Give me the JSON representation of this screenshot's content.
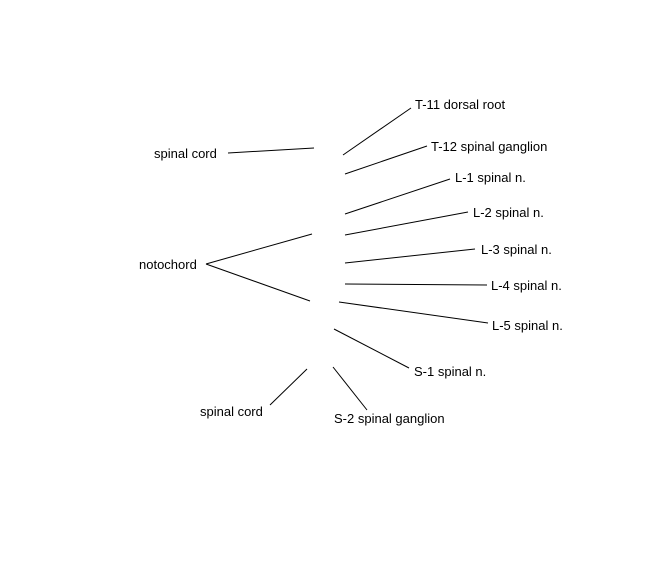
{
  "diagram": {
    "line_color": "#000000",
    "text_color": "#000000",
    "labels": {
      "t11_dorsal_root": "T-11 dorsal root",
      "t12_spinal_ganglion": "T-12 spinal ganglion",
      "l1_spinal_n": "L-1 spinal n.",
      "l2_spinal_n": "L-2 spinal n.",
      "l3_spinal_n": "L-3 spinal n.",
      "l4_spinal_n": "L-4 spinal n.",
      "l5_spinal_n": "L-5 spinal n.",
      "s1_spinal_n": "S-1 spinal n.",
      "s2_spinal_ganglion": "S-2 spinal ganglion",
      "spinal_cord_upper": "spinal cord",
      "spinal_cord_lower": "spinal cord",
      "notochord": "notochord"
    }
  }
}
